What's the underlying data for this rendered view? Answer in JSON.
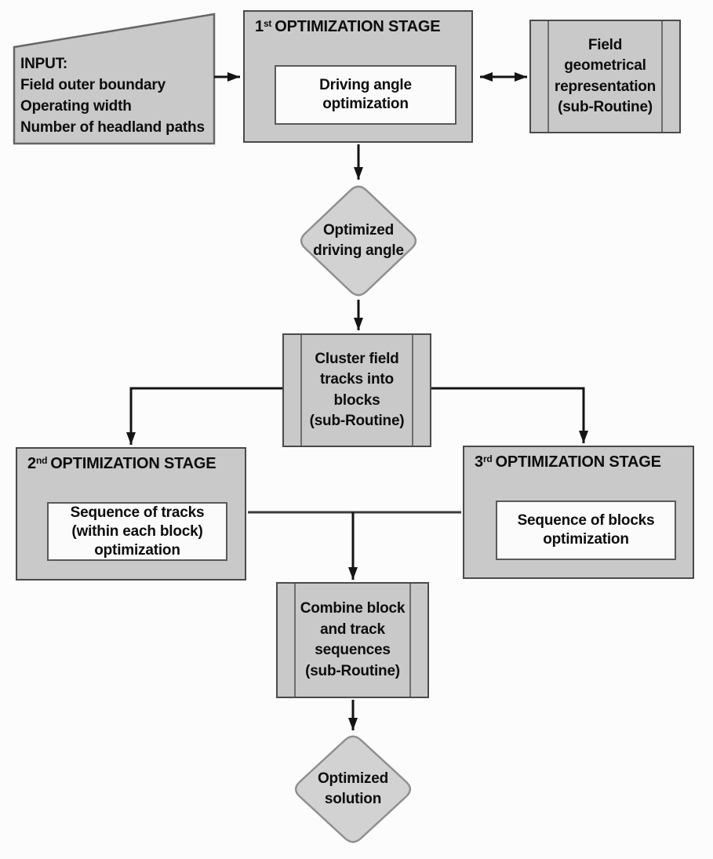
{
  "colors": {
    "background": "#fcfcfc",
    "box_fill": "#c9c9c9",
    "box_border": "#4a4a4a",
    "inner_fill": "#fbfbfb",
    "inner_border": "#5a5a5a",
    "subline": "#6e6e6e",
    "diamond_fill": "#d2d2d2",
    "diamond_border": "#8f8f8f",
    "arrow": "#141414",
    "text": "#0d0d0d"
  },
  "input_block": {
    "lines": [
      "INPUT:",
      "Field outer boundary",
      "Operating width",
      "Number of headland paths"
    ]
  },
  "stage1": {
    "ordinal": "1",
    "suffix": "st",
    "title": "OPTIMIZATION STAGE",
    "inner_label": "Driving angle\noptimization"
  },
  "field_geometry": {
    "label": "Field\ngeometrical\nrepresentation\n(sub-Routine)"
  },
  "decision_driving_angle": {
    "label": "Optimized\ndriving angle"
  },
  "cluster": {
    "label": "Cluster field\ntracks into\nblocks\n(sub-Routine)"
  },
  "stage2": {
    "ordinal": "2",
    "suffix": "nd",
    "title": "OPTIMIZATION STAGE",
    "inner_label": "Sequence of tracks\n(within each block)\noptimization"
  },
  "stage3": {
    "ordinal": "3",
    "suffix": "rd",
    "title": "OPTIMIZATION STAGE",
    "inner_label": "Sequence of blocks\noptimization"
  },
  "combine": {
    "label": "Combine block\nand track\nsequences\n(sub-Routine)"
  },
  "decision_solution": {
    "label": "Optimized\nsolution"
  }
}
